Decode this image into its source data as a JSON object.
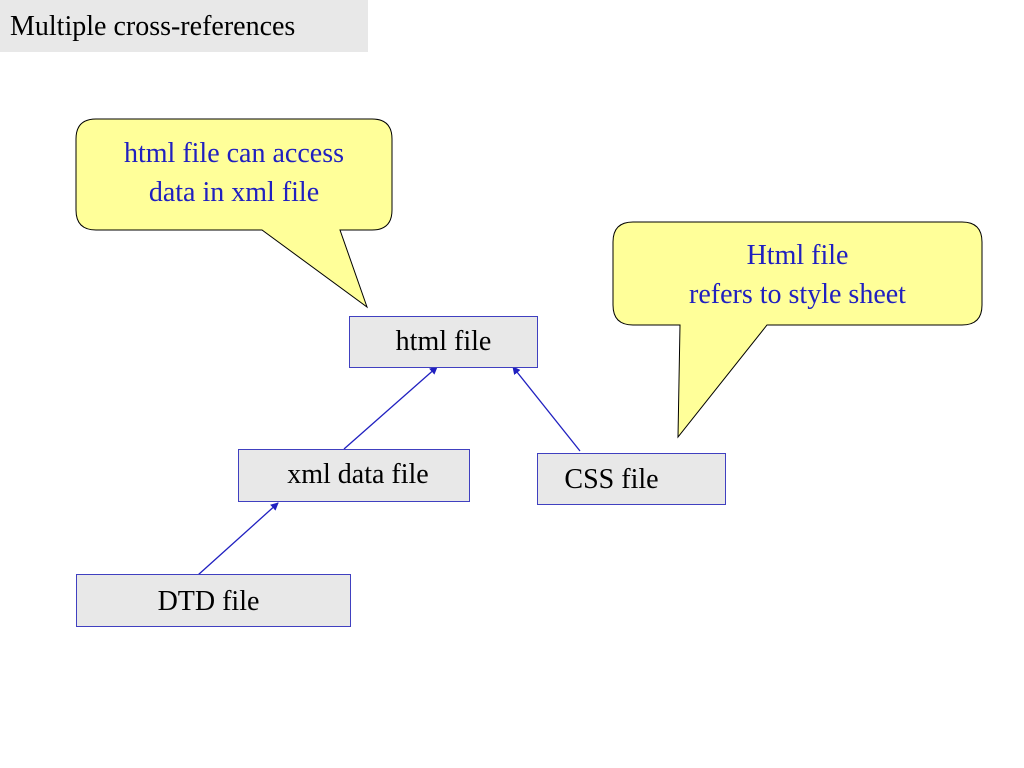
{
  "title": "Multiple cross-references",
  "colors": {
    "node_fill": "#e8e8e8",
    "node_border": "#4040c0",
    "arrow": "#2020c0",
    "callout_fill": "#ffff99",
    "callout_text": "#2020c0"
  },
  "nodes": {
    "html": "html file",
    "xml": "xml data file",
    "css": "CSS file",
    "dtd": "DTD file"
  },
  "edges": [
    {
      "from": "xml",
      "to": "html"
    },
    {
      "from": "css",
      "to": "html"
    },
    {
      "from": "dtd",
      "to": "xml"
    }
  ],
  "callouts": {
    "left": {
      "line1": "html file can access",
      "line2": "data in xml file"
    },
    "right": {
      "line1": "Html file",
      "line2": "refers to style sheet"
    }
  }
}
